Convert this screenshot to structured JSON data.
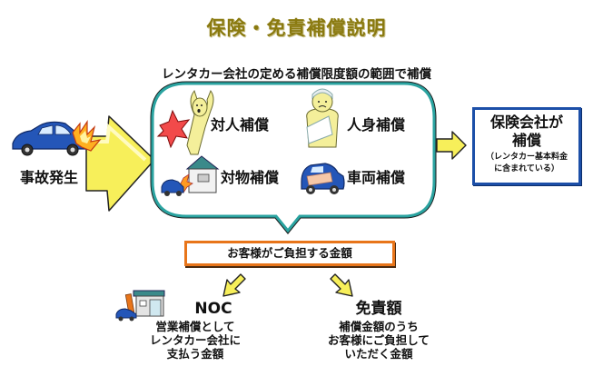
{
  "title": "保険・免責補償説明",
  "subtitle": "レンタカー会社の定める補償限度額の範囲で補償",
  "accident": {
    "label": "事故発生",
    "icon": "crashed-car-icon"
  },
  "coverage": {
    "items": [
      {
        "label": "対人補償",
        "icon": "injured-person-icon"
      },
      {
        "label": "人身補償",
        "icon": "bandaged-person-icon"
      },
      {
        "label": "対物補償",
        "icon": "car-hits-house-icon"
      },
      {
        "label": "車両補償",
        "icon": "damaged-car-icon"
      }
    ]
  },
  "insurer": {
    "main_line1": "保険会社が",
    "main_line2": "補償",
    "sub_line1": "（レンタカー基本料金",
    "sub_line2": "に含まれている）"
  },
  "customer_burden": {
    "label": "お客様がご負担する金額"
  },
  "noc": {
    "title": "NOC",
    "desc_line1": "営業補償として",
    "desc_line2": "レンタカー会社に",
    "desc_line3": "支払う金額",
    "icon": "rental-shop-icon"
  },
  "deductible": {
    "title": "免責額",
    "desc_line1": "補償金額のうち",
    "desc_line2": "お客様にご負担して",
    "desc_line3": "いただく金額"
  },
  "colors": {
    "title": "#8a7a10",
    "bubble_border": "#2aa3a0",
    "arrow_yellow": "#f7ef5a",
    "insurer_border": "#1c4fa8",
    "customer_border": "#e8751a",
    "car_blue": "#2456b8"
  }
}
